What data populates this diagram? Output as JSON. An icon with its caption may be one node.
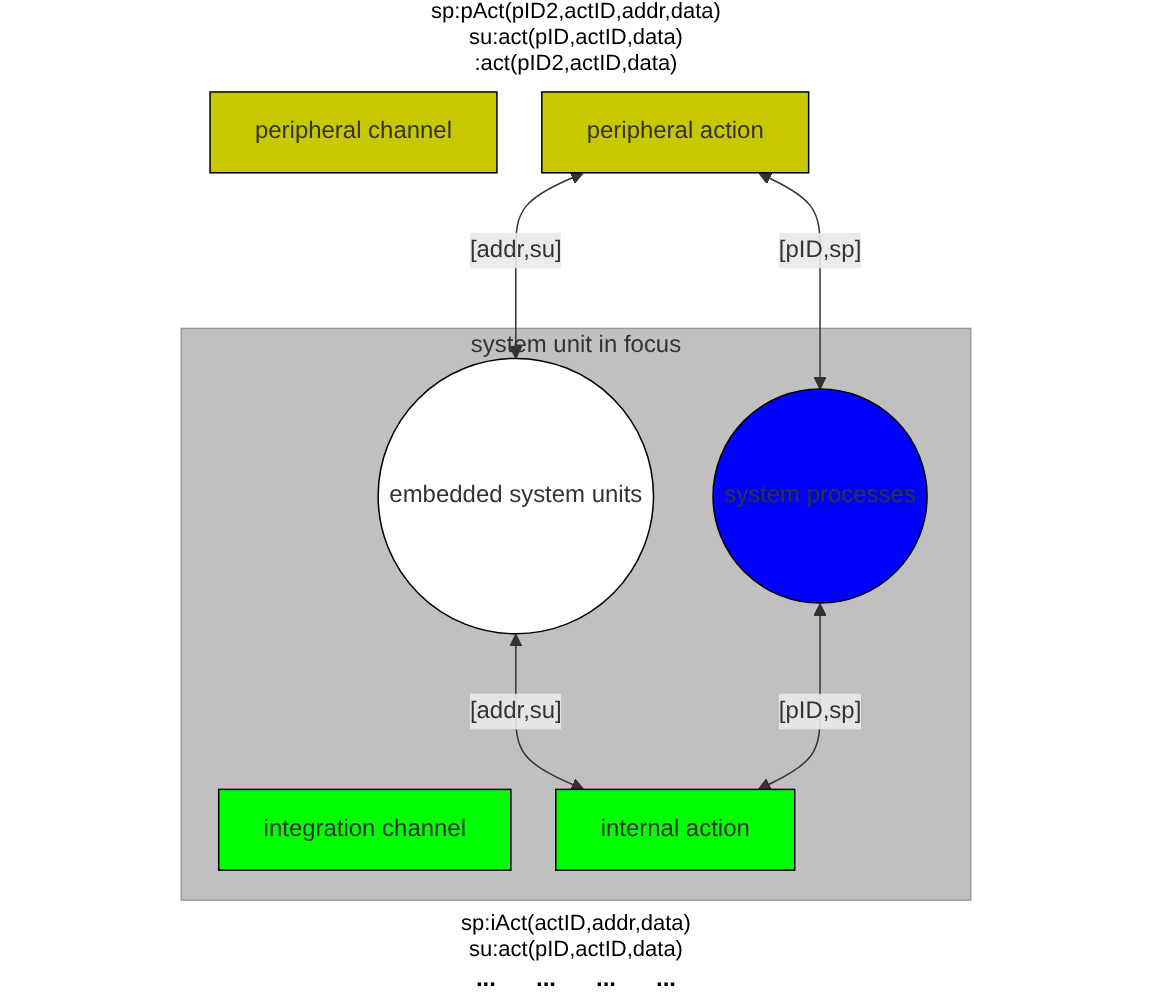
{
  "diagram": {
    "nodes": [
      {
        "text": [
          "system unit in focus"
        ]
      },
      {
        "text": [
          "peripheral channel"
        ]
      },
      {
        "text": [
          "peripheral action"
        ],
        "beside": [
          "sp:pAct(pID2,actID,addr,data)",
          "su:act(pID,actID,data)",
          ":act(pID2,actID,data)"
        ]
      },
      {
        "text": [
          "embedded system units"
        ],
        "in": 0
      },
      {
        "text": [
          "system processes"
        ],
        "in": 0
      },
      {
        "text": [
          "integration channel"
        ],
        "in": 0
      },
      {
        "text": [
          "internal action"
        ],
        "in": 0,
        "beside": [
          "sp:iAct(actID,addr,data)",
          "su:act(pID,actID,data)"
        ]
      }
    ],
    "edges": [
      {
        "from": 2,
        "to": 3,
        "arrow": "both",
        "label": "[addr,su]"
      },
      {
        "from": 2,
        "to": 4,
        "arrow": "both",
        "label": "[pID,sp]"
      },
      {
        "from": 3,
        "to": 6,
        "arrow": "both",
        "label": "[addr,su]"
      },
      {
        "from": 4,
        "to": 6,
        "arrow": "both",
        "label": "[pID,sp]"
      }
    ],
    "labels": [
      "...",
      "...",
      "...",
      "..."
    ]
  }
}
